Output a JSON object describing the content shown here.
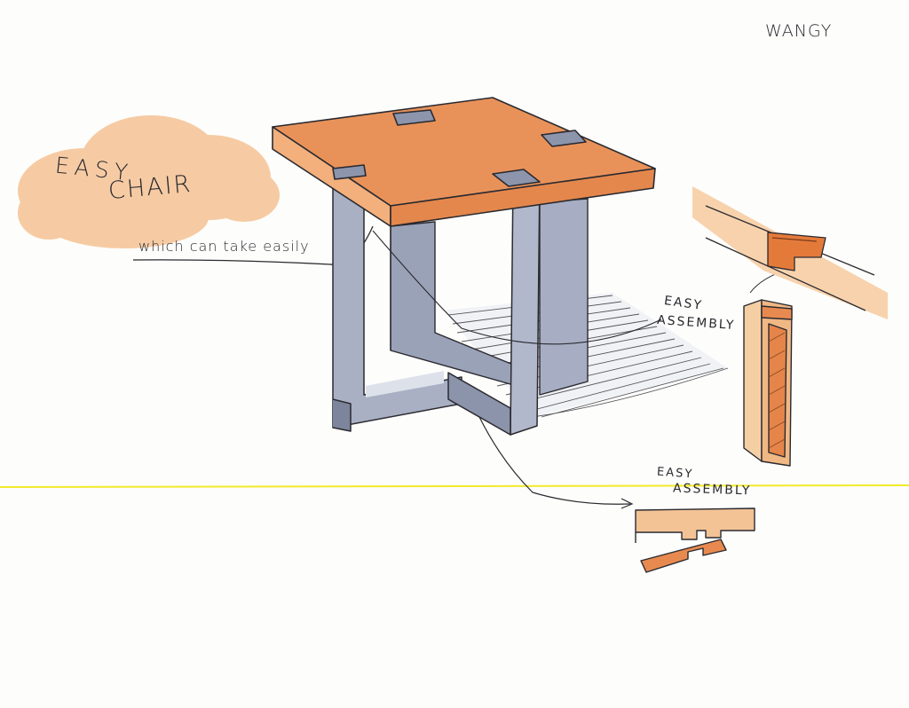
{
  "sketch": {
    "signature": "WANGY",
    "title_line1": "EASY",
    "title_line2": "CHAIR",
    "subtitle": "which can take easily",
    "annotation_joint": {
      "line1": "EASY",
      "line2": "ASSEMBLY"
    },
    "annotation_base": {
      "line1": "EASY",
      "line2": "ASSEMBLY"
    }
  },
  "colors": {
    "paper": "#fdfdfb",
    "wood_orange": "#e8925a",
    "wood_light": "#f6caa0",
    "steel_gray": "#a9b0c4",
    "ink": "#2a2a30",
    "scan_line": "#f2ea2a"
  }
}
